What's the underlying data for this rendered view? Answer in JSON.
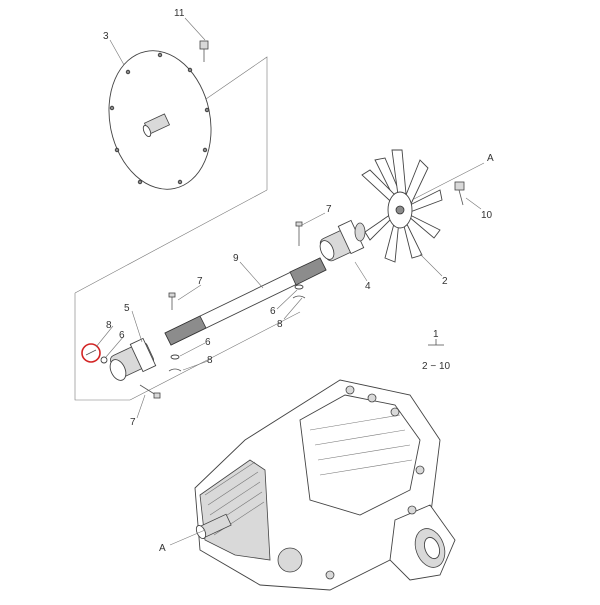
{
  "callouts": {
    "c11": "11",
    "c3": "3",
    "cA_top": "A",
    "c7_top": "7",
    "c10": "10",
    "c9": "9",
    "c2": "2",
    "c4": "4",
    "c7_mid": "7",
    "c6_mid": "6",
    "c8_mid": "8",
    "c5": "5",
    "c8_left": "8",
    "c6_left": "6",
    "c6_right": "6",
    "c8_right": "8",
    "c7_bottom": "7",
    "c1": "1",
    "c2_10": "2 − 10",
    "cA_bottom": "A"
  },
  "colors": {
    "line": "#555555",
    "highlight": "#d32424"
  }
}
